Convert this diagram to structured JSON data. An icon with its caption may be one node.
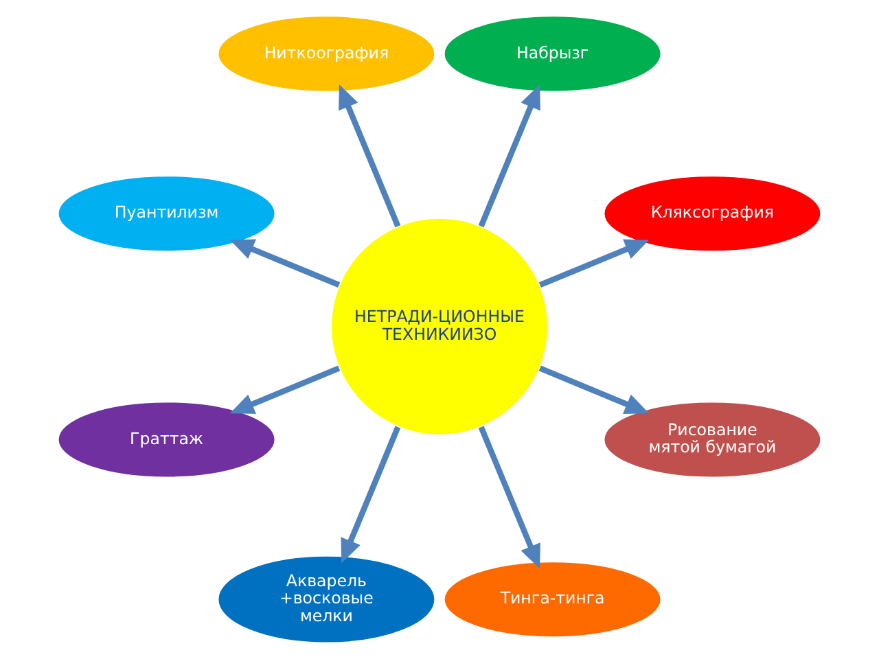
{
  "diagram": {
    "nodes": [
      {
        "text": [
          "НЕТРАДИ-ЦИОННЫЕ ТЕХНИКИИЗО"
        ]
      },
      {
        "text": [
          "Кляксография"
        ]
      },
      {
        "text": [
          "Набрызг"
        ]
      },
      {
        "text": [
          "Ниткоография"
        ]
      },
      {
        "text": [
          "Пуантилизм"
        ]
      },
      {
        "text": [
          "Граттаж"
        ]
      },
      {
        "text": [
          "Акварель +восковые мелки"
        ]
      },
      {
        "text": [
          "Тинга-тинга"
        ]
      },
      {
        "text": [
          "Рисование мятой бумагой"
        ]
      }
    ],
    "edges": [
      {
        "from": 0,
        "to": 1,
        "arrow": "to"
      },
      {
        "from": 0,
        "to": 2,
        "arrow": "to"
      },
      {
        "from": 0,
        "to": 3,
        "arrow": "to"
      },
      {
        "from": 0,
        "to": 4,
        "arrow": "to"
      },
      {
        "from": 0,
        "to": 5,
        "arrow": "to"
      },
      {
        "from": 0,
        "to": 6,
        "arrow": "to"
      },
      {
        "from": 0,
        "to": 7,
        "arrow": "to"
      },
      {
        "from": 0,
        "to": 8,
        "arrow": "to"
      }
    ]
  }
}
